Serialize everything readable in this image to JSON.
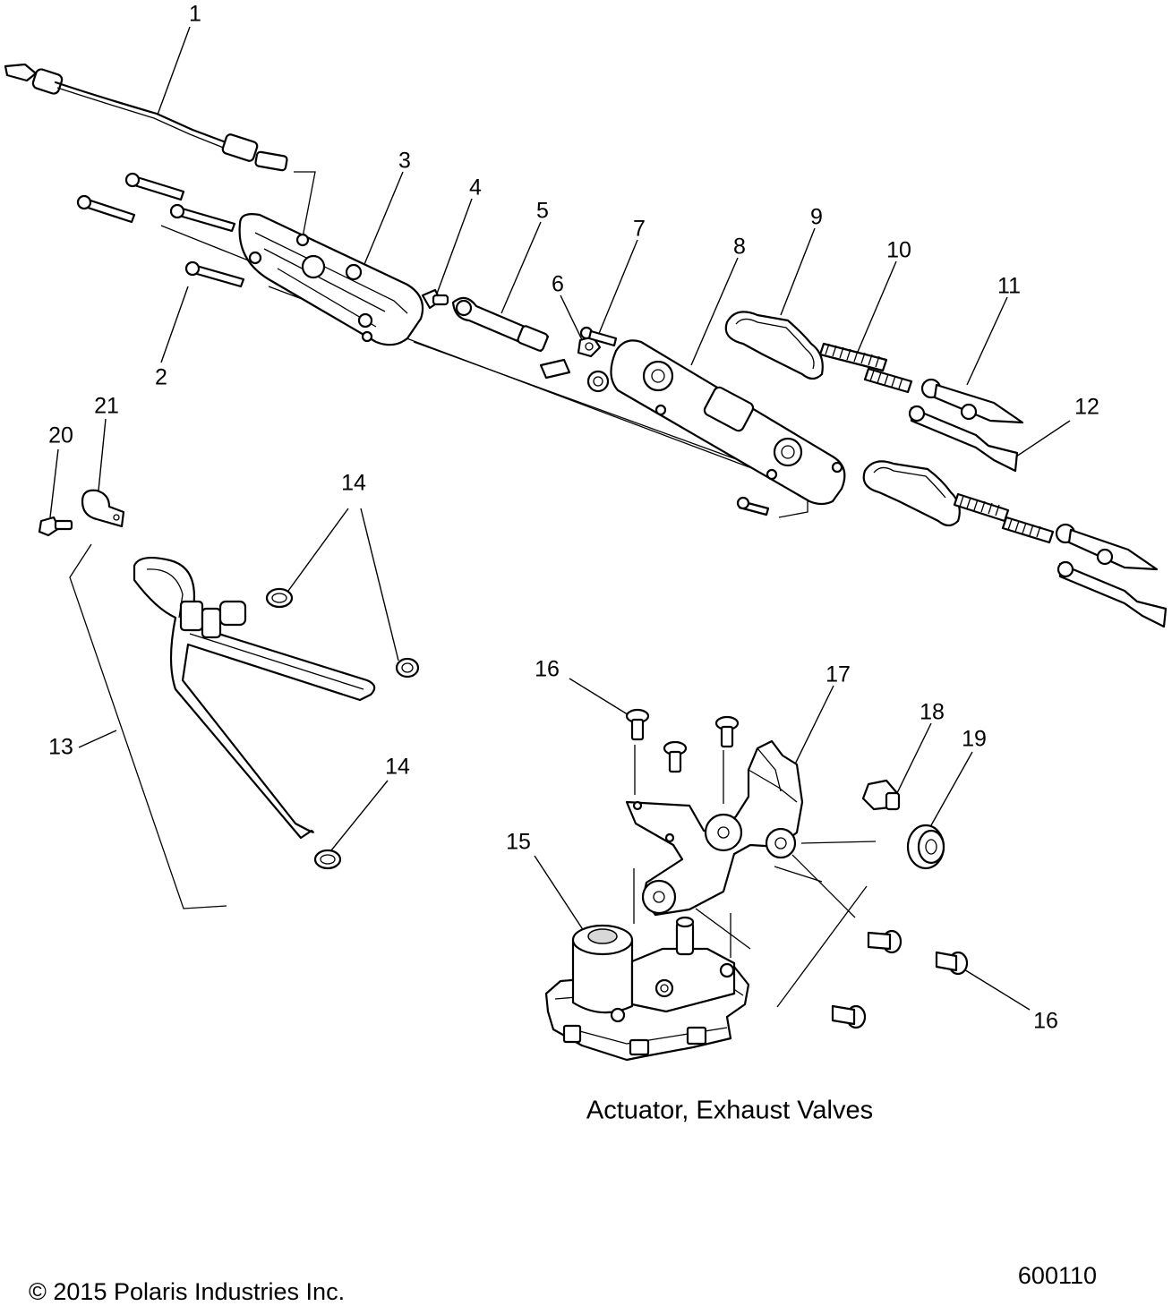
{
  "diagram": {
    "caption": "Actuator, Exhaust Valves",
    "copyright": "© 2015 Polaris Industries Inc.",
    "figure_id": "600110",
    "callouts": {
      "c1": "1",
      "c2": "2",
      "c3": "3",
      "c4": "4",
      "c5": "5",
      "c6": "6",
      "c7": "7",
      "c8": "8",
      "c9": "9",
      "c10": "10",
      "c11": "11",
      "c12": "12",
      "c13": "13",
      "c14a": "14",
      "c14b": "14",
      "c15": "15",
      "c16a": "16",
      "c16b": "16",
      "c17": "17",
      "c18": "18",
      "c19": "19",
      "c20": "20",
      "c21": "21"
    }
  }
}
